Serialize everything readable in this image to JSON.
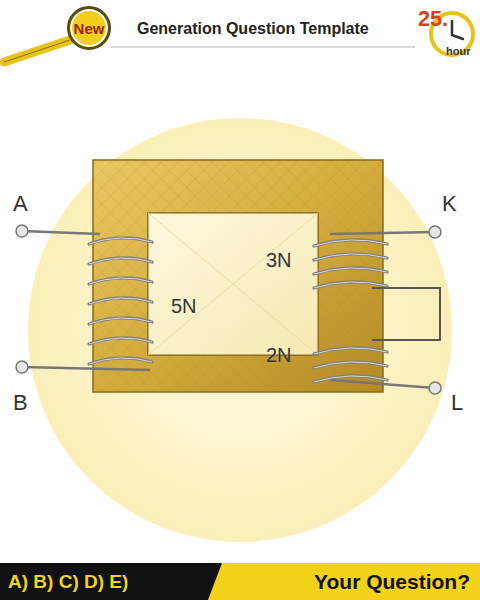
{
  "diagram": {
    "nodes": [
      {
        "text": [
          "New"
        ]
      },
      {
        "text": [
          "25.",
          "hour"
        ]
      },
      {
        "text": [
          "A) B) C) D) E)"
        ]
      },
      {
        "text": [
          "Your Question?"
        ]
      }
    ],
    "labels": [
      "Generation Question Template",
      "A",
      "B",
      "K",
      "L",
      "5N",
      "3N",
      "2N"
    ]
  }
}
